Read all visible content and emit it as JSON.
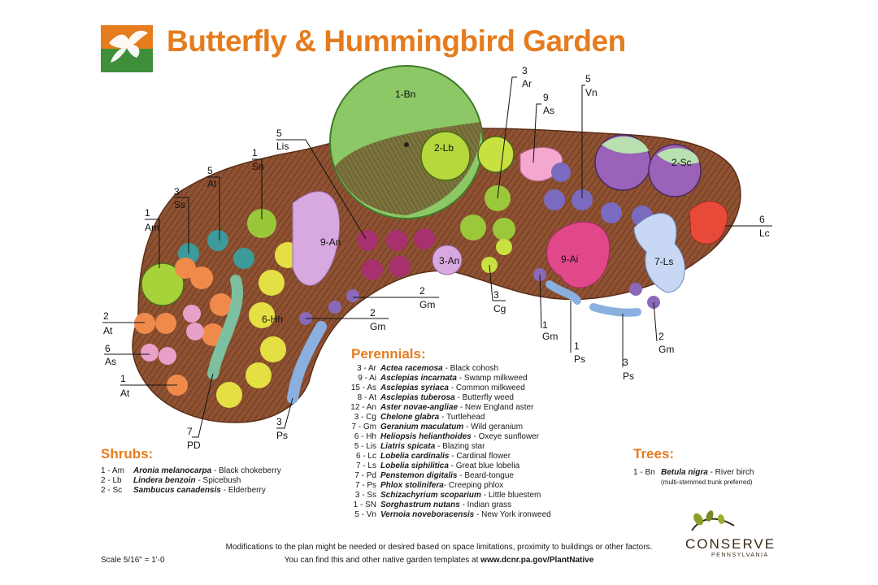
{
  "title": "Butterfly & Hummingbird Garden",
  "colors": {
    "accent": "#e57c1e",
    "logo_green": "#3f8f3a",
    "bed_brown": "#8a4b2a"
  },
  "bed_labels": {
    "bn": "1-Bn",
    "lb": "2-Lb",
    "sc": "2-Sc",
    "an_left": "9-An",
    "an_mid": "3-An",
    "hh": "6-Hh",
    "ai": "9-Ai",
    "ls": "7-Ls"
  },
  "callouts": [
    {
      "n": "1",
      "code": "Am"
    },
    {
      "n": "3",
      "code": "Ss"
    },
    {
      "n": "5",
      "code": "At"
    },
    {
      "n": "1",
      "code": "Sn"
    },
    {
      "n": "5",
      "code": "Lis"
    },
    {
      "n": "3",
      "code": "Ar"
    },
    {
      "n": "9",
      "code": "As"
    },
    {
      "n": "5",
      "code": "Vn"
    },
    {
      "n": "6",
      "code": "Lc"
    },
    {
      "n": "2",
      "code": "At"
    },
    {
      "n": "6",
      "code": "As"
    },
    {
      "n": "1",
      "code": "At"
    },
    {
      "n": "7",
      "code": "PD"
    },
    {
      "n": "3",
      "code": "Ps"
    },
    {
      "n": "2",
      "code": "Gm"
    },
    {
      "n": "2",
      "code": "Gm"
    },
    {
      "n": "3",
      "code": "Cg"
    },
    {
      "n": "1",
      "code": "Gm"
    },
    {
      "n": "1",
      "code": "Ps"
    },
    {
      "n": "3",
      "code": "Ps"
    },
    {
      "n": "2",
      "code": "Gm"
    }
  ],
  "perennials": {
    "heading": "Perennials:",
    "items": [
      {
        "code": "3 - Ar",
        "sci": "Actea racemosa",
        "common": " - Black cohosh"
      },
      {
        "code": "9 - Ai",
        "sci": "Asclepias incarnata",
        "common": " - Swamp milkweed"
      },
      {
        "code": "15 - As",
        "sci": "Asclepias syriaca",
        "common": " - Common milkweed"
      },
      {
        "code": "8 - At",
        "sci": "Asclepias tuberosa",
        "common": " - Butterfly weed"
      },
      {
        "code": "12 - An",
        "sci": "Aster novae-angliae",
        "common": " - New England aster"
      },
      {
        "code": "3 - Cg",
        "sci": "Chelone glabra",
        "common": " - Turtlehead"
      },
      {
        "code": "7 - Gm",
        "sci": "Geranium maculatum",
        "common": " - Wild geranium"
      },
      {
        "code": "6 - Hh",
        "sci": "Heliopsis helianthoides",
        "common": " - Oxeye sunflower"
      },
      {
        "code": "5 - Lis",
        "sci": "Liatris spicata",
        "common": " - Blazing star"
      },
      {
        "code": "6 - Lc",
        "sci": "Lobelia cardinalis",
        "common": " - Cardinal flower"
      },
      {
        "code": "7 - Ls",
        "sci": "Lobelia siphilitica",
        "common": " - Great blue lobelia"
      },
      {
        "code": "7 - Pd",
        "sci": "Penstemon digitalis",
        "common": " - Beard-tongue"
      },
      {
        "code": "7 - Ps",
        "sci": "Phlox stolinifera",
        "common": "- Creeping phlox"
      },
      {
        "code": "3 - Ss",
        "sci": "Schizachyrium scoparium",
        "common": " - Little bluestem"
      },
      {
        "code": "1 - SN",
        "sci": "Sorghastrum nutans",
        "common": " - Indian grass"
      },
      {
        "code": "5 - Vn",
        "sci": "Vernoia noveboracensis",
        "common": " - New York ironweed"
      }
    ]
  },
  "shrubs": {
    "heading": "Shrubs:",
    "items": [
      {
        "code": "1 - Am",
        "sci": "Aronia melanocarpa",
        "common": " - Black chokeberry"
      },
      {
        "code": "2 - Lb",
        "sci": "Lindera benzoin",
        "common": " - Spicebush"
      },
      {
        "code": "2 - Sc",
        "sci": "Sambucus canadensis",
        "common": " - Elderberry"
      }
    ]
  },
  "trees": {
    "heading": "Trees:",
    "items": [
      {
        "code": "1 - Bn",
        "sci": "Betula nigra",
        "common": " - River birch"
      }
    ],
    "note": "(multi-stemmed trunk preferred)"
  },
  "footer": {
    "note": "Modifications to the plan might be needed or desired based on space limitations, proximity to buildings or other factors.",
    "url_prefix": "You can find this and other native garden templates at ",
    "url": "www.dcnr.pa.gov/PlantNative",
    "scale": "Scale 5/16\" = 1'-0"
  },
  "brand": {
    "name": "CONSERVE",
    "sub": "PENNSYLVANIA"
  }
}
